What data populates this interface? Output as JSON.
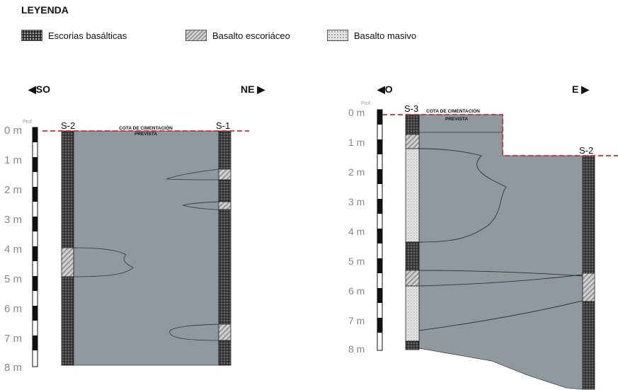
{
  "legend": {
    "title": "LEYENDA",
    "items": [
      {
        "label": "Escorias basálticas",
        "pattern": "escorias"
      },
      {
        "label": "Basalto escoriáceo",
        "pattern": "escoriaceo"
      },
      {
        "label": "Basalto  masivo",
        "pattern": "masivo"
      }
    ]
  },
  "profile_left": {
    "dir_left": "◀SO",
    "dir_right": "NE ▶",
    "depth_header": "Prof.",
    "depth_labels": [
      "0 m",
      "1 m",
      "2 m",
      "3 m",
      "4 m",
      "5 m",
      "6 m",
      "7 m",
      "8 m"
    ],
    "borehole_left": "S-2",
    "borehole_right": "S-1",
    "foundation_line1": "COTA DE CIMENTACIÓN",
    "foundation_line2": "PREVISTA"
  },
  "profile_right": {
    "dir_left": "◀O",
    "dir_right": "E ▶",
    "depth_header": "Prof.",
    "depth_labels": [
      "0 m",
      "1 m",
      "2 m",
      "3 m",
      "4 m",
      "5 m",
      "6 m",
      "7 m",
      "8 m"
    ],
    "borehole_left": "S-3",
    "borehole_right": "S-2",
    "foundation_line1": "COTA DE CIMENTACIÓN",
    "foundation_line2": "PREVISTA"
  },
  "colors": {
    "basalt_fill": "#8f9a9e",
    "foundation_line": "#d9262c"
  }
}
